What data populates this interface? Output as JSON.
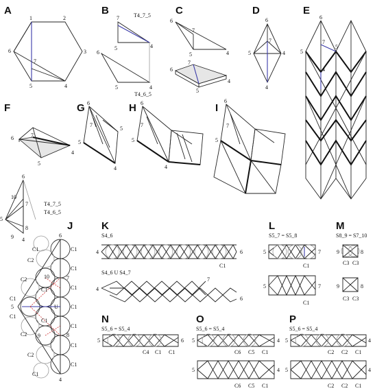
{
  "panels": {
    "A": "A",
    "B": "B",
    "C": "C",
    "D": "D",
    "E": "E",
    "F": "F",
    "G": "G",
    "H": "H",
    "I": "I",
    "J": "J",
    "K": "K",
    "L": "L",
    "M": "M",
    "N": "N",
    "O": "O",
    "P": "P"
  },
  "captions": {
    "t4_7_5": "T4_7_5",
    "t4_6_5": "T4_6_5",
    "k_top": "S4_6",
    "k_bottom": "S4_6  U  S4_7",
    "l_top": "S5_7 = S5_8",
    "m_top": "S8_9 = S7_10",
    "n_top": "S5_6 = S5_4",
    "o_top": "S5_6 = S5_4",
    "p_top": "S5_6 = S5_4"
  },
  "vertex_labels": [
    "1",
    "2",
    "3",
    "4",
    "5",
    "6",
    "7",
    "8",
    "9",
    "10"
  ],
  "circle_labels": {
    "c1": "C1",
    "c2": "C2",
    "c3": "C3",
    "c4": "C4",
    "c5": "C5",
    "c6": "C6",
    "u": "U"
  }
}
